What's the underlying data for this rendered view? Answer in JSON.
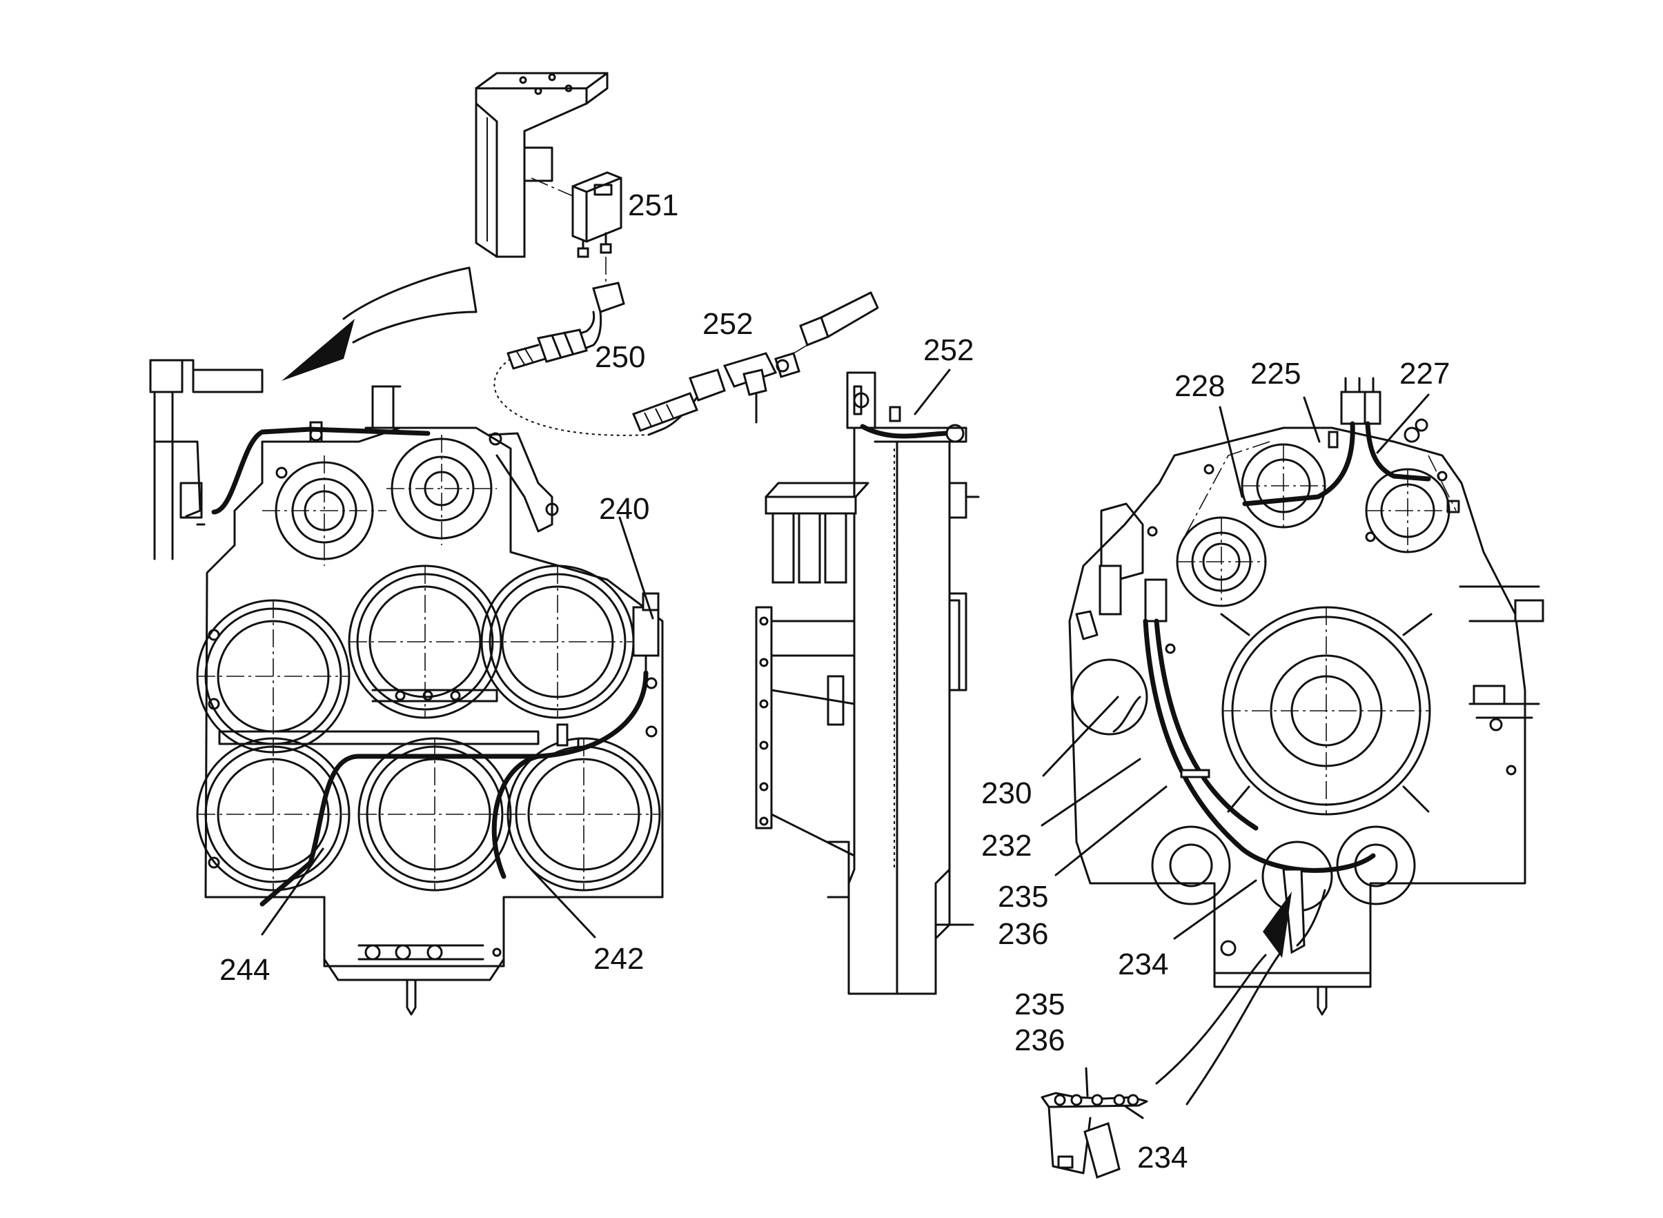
{
  "labels": {
    "l251": "251",
    "l250": "250",
    "l252a": "252",
    "l252b": "252",
    "l240": "240",
    "l244": "244",
    "l242": "242",
    "l228": "228",
    "l225": "225",
    "l227": "227",
    "l230": "230",
    "l232": "232",
    "l235a": "235",
    "l236a": "236",
    "l234a": "234",
    "l235b": "235",
    "l236b": "236",
    "l234b": "234"
  }
}
